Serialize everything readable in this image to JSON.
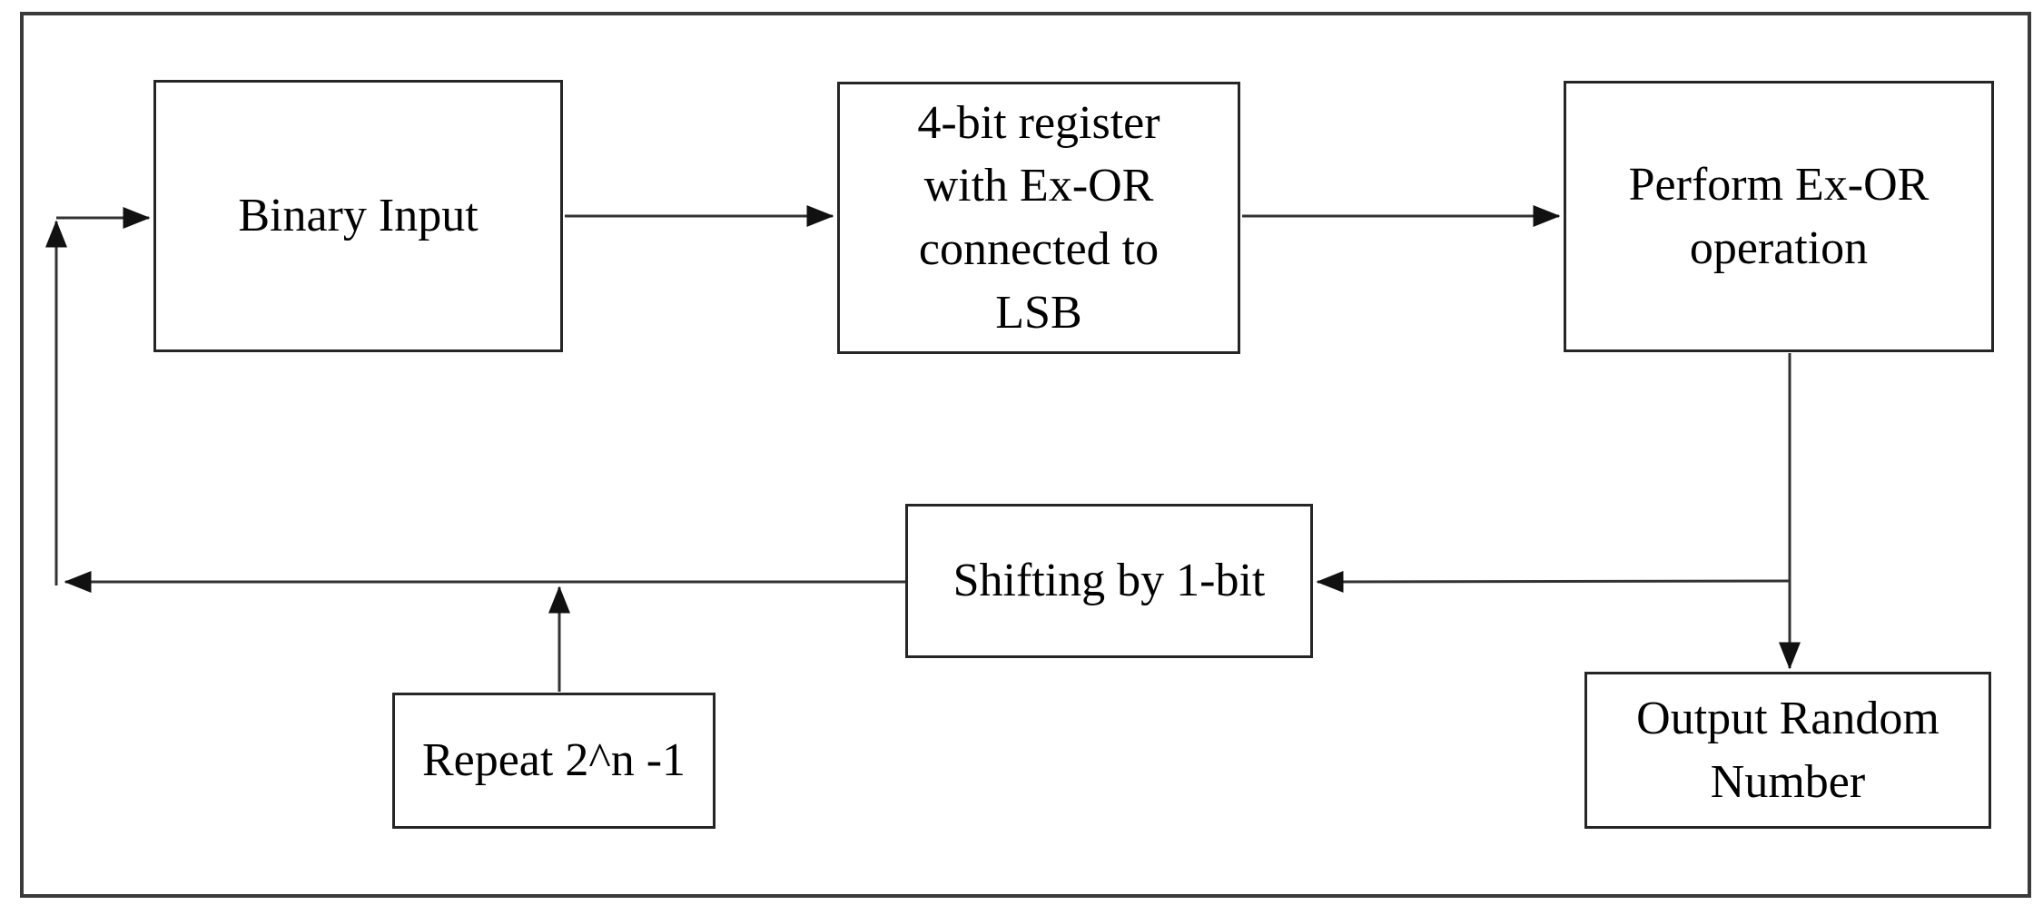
{
  "diagram": {
    "type": "flowchart",
    "nodes": [
      {
        "id": "binary-input",
        "label": "Binary Input"
      },
      {
        "id": "register-4bit",
        "label": "4-bit register\nwith Ex-OR\nconnected to\nLSB"
      },
      {
        "id": "perform-exor",
        "label": "Perform Ex-OR\noperation"
      },
      {
        "id": "shifting",
        "label": "Shifting by 1-bit"
      },
      {
        "id": "repeat",
        "label": "Repeat 2^n -1"
      },
      {
        "id": "output-random",
        "label": "Output Random\nNumber"
      }
    ],
    "edges": [
      {
        "from": "feedback-loop",
        "to": "binary-input"
      },
      {
        "from": "binary-input",
        "to": "register-4bit"
      },
      {
        "from": "register-4bit",
        "to": "perform-exor"
      },
      {
        "from": "perform-exor",
        "to": "output-random"
      },
      {
        "from": "perform-exor",
        "to": "shifting"
      },
      {
        "from": "shifting",
        "to": "feedback-loop"
      },
      {
        "from": "repeat",
        "to": "feedback-loop"
      }
    ],
    "colors": {
      "background": "#ffffff",
      "line": "#333333",
      "box_border": "#262626",
      "border": "#3a3a3a",
      "text": "#000000"
    }
  }
}
